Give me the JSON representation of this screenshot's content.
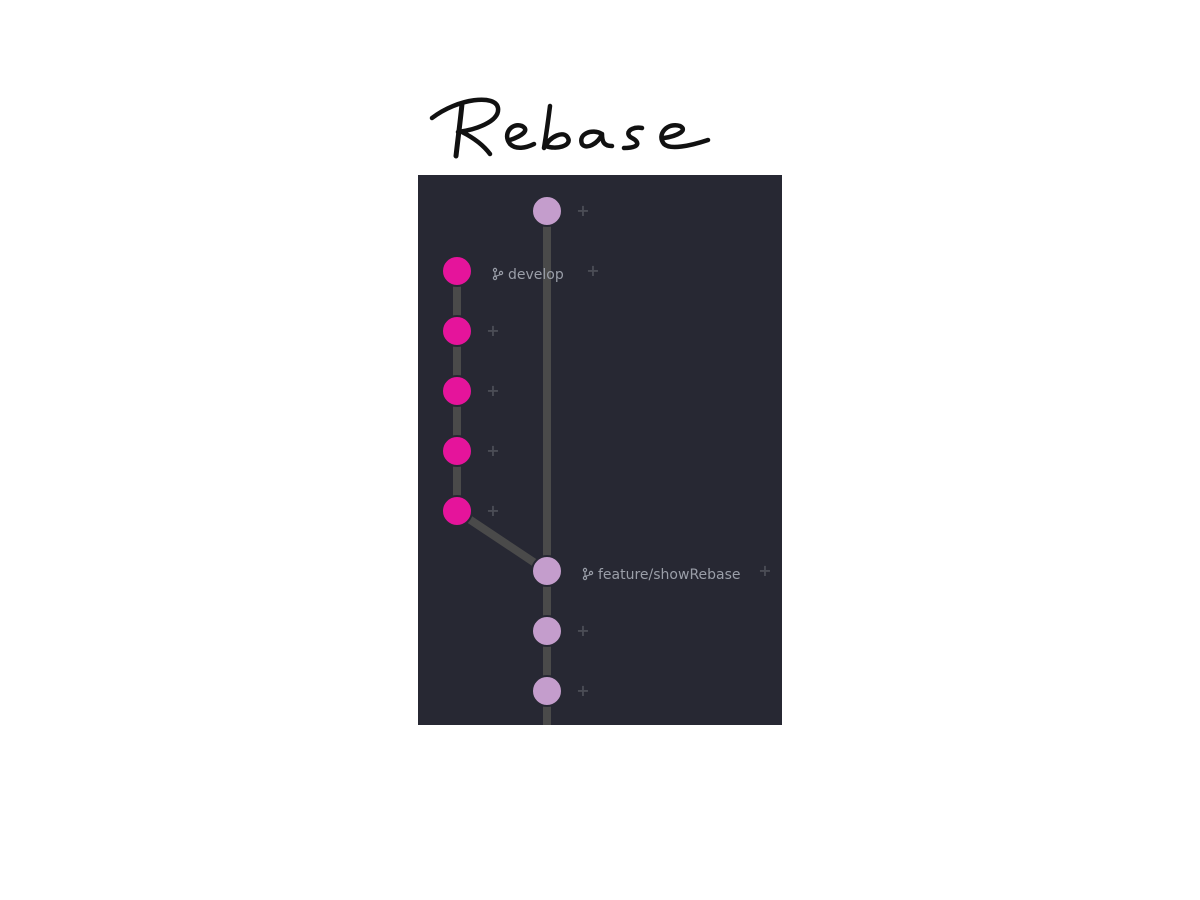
{
  "title": "Rebase",
  "colors": {
    "background": "#ffffff",
    "graph_bg": "#272833",
    "feature_commit": "#c49dcc",
    "develop_commit": "#e5149b",
    "edge": "#4a4a4a",
    "label": "#9a9ea8",
    "plus": "#4a4c55"
  },
  "branches": [
    {
      "name": "develop",
      "label": "develop",
      "icon": "branch-icon",
      "color": "#e5149b"
    },
    {
      "name": "feature",
      "label": "feature/showRebase",
      "icon": "branch-icon",
      "color": "#c49dcc"
    }
  ],
  "commits": [
    {
      "lane": 1,
      "row": 0,
      "color": "#c49dcc",
      "ref": null
    },
    {
      "lane": 0,
      "row": 1,
      "color": "#e5149b",
      "ref": "develop"
    },
    {
      "lane": 0,
      "row": 2,
      "color": "#e5149b",
      "ref": null
    },
    {
      "lane": 0,
      "row": 3,
      "color": "#e5149b",
      "ref": null
    },
    {
      "lane": 0,
      "row": 4,
      "color": "#e5149b",
      "ref": null
    },
    {
      "lane": 0,
      "row": 5,
      "color": "#e5149b",
      "ref": null
    },
    {
      "lane": 1,
      "row": 6,
      "color": "#c49dcc",
      "ref": "feature/showRebase"
    },
    {
      "lane": 1,
      "row": 7,
      "color": "#c49dcc",
      "ref": null
    },
    {
      "lane": 1,
      "row": 8,
      "color": "#c49dcc",
      "ref": null
    }
  ],
  "edges": [
    {
      "from": 0,
      "to": 6
    },
    {
      "from": 1,
      "to": 2
    },
    {
      "from": 2,
      "to": 3
    },
    {
      "from": 3,
      "to": 4
    },
    {
      "from": 4,
      "to": 5
    },
    {
      "from": 5,
      "to": 6
    },
    {
      "from": 6,
      "to": 7
    },
    {
      "from": 7,
      "to": 8
    },
    {
      "from": 8,
      "to": "continues-down"
    }
  ],
  "plus_symbol": "+"
}
